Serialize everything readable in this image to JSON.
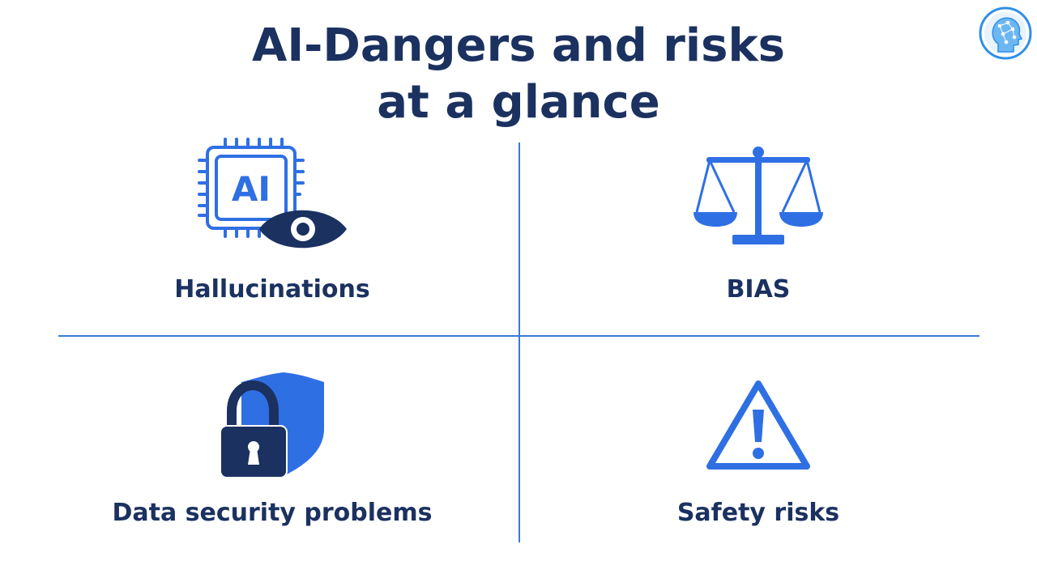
{
  "title": {
    "line1": "AI-Dangers and risks",
    "line2": "at a glance"
  },
  "logo": {
    "icon": "ai-head-logo-icon"
  },
  "colors": {
    "navy": "#1b3160",
    "blue": "#2f6fe4",
    "divider": "#3a7ad8"
  },
  "quadrants": [
    {
      "label": "Hallucinations",
      "icon": "ai-chip-eye-icon",
      "chip_text": "AI"
    },
    {
      "label": "BIAS",
      "icon": "scales-icon"
    },
    {
      "label": "Data security problems",
      "icon": "shield-lock-icon"
    },
    {
      "label": "Safety risks",
      "icon": "warning-triangle-icon"
    }
  ]
}
